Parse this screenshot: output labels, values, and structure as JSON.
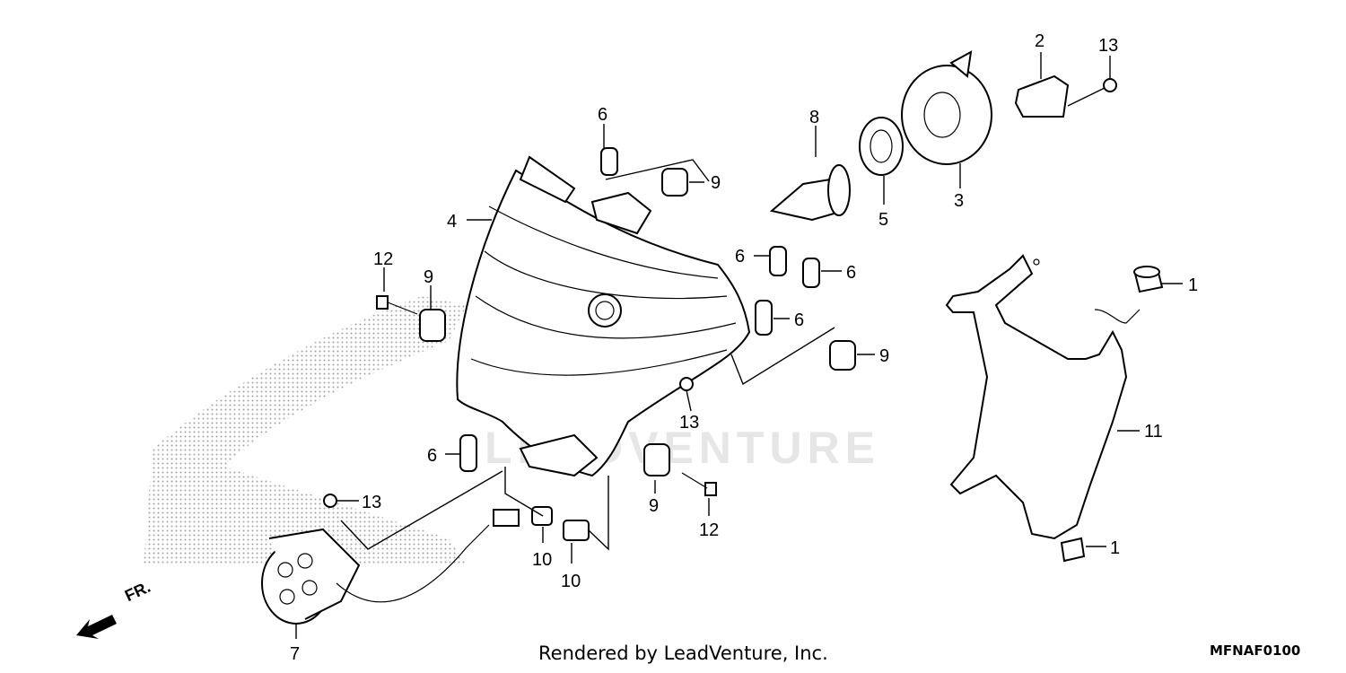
{
  "watermark": "LEADVENTURE",
  "credit": "Rendered by LeadVenture, Inc.",
  "diagram_code": "MFNAF0100",
  "front_indicator": "FR.",
  "callouts": {
    "c1a": "1",
    "c1b": "1",
    "c2": "2",
    "c3": "3",
    "c4": "4",
    "c5": "5",
    "c6a": "6",
    "c6b": "6",
    "c6c": "6",
    "c6d": "6",
    "c6e": "6",
    "c7": "7",
    "c8": "8",
    "c9a": "9",
    "c9b": "9",
    "c9c": "9",
    "c9d": "9",
    "c10a": "10",
    "c10b": "10",
    "c11": "11",
    "c12a": "12",
    "c12b": "12",
    "c13a": "13",
    "c13b": "13",
    "c13c": "13"
  }
}
